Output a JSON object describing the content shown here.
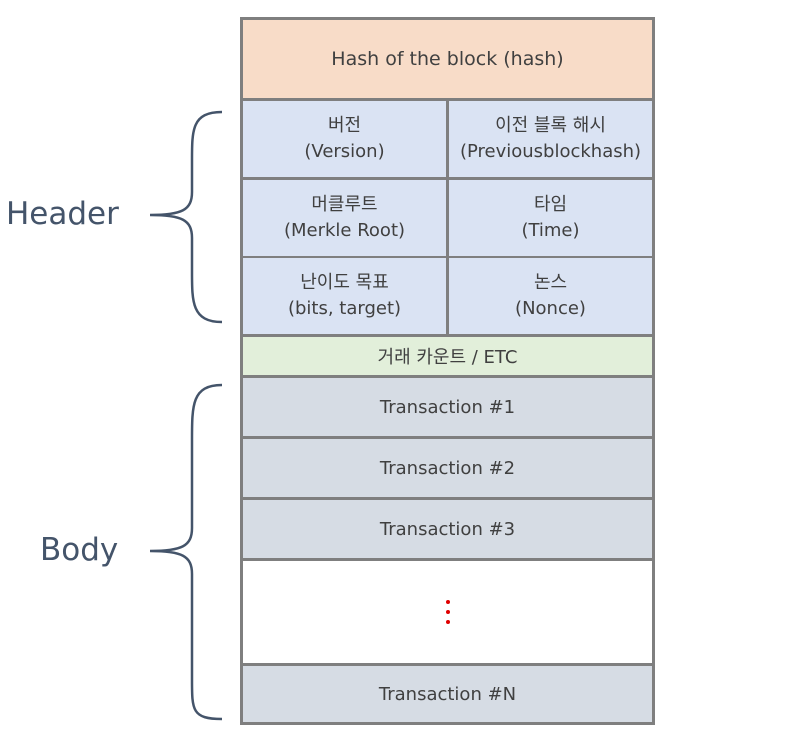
{
  "labels": {
    "header": "Header",
    "body": "Body"
  },
  "block": {
    "hash": "Hash of the block (hash)",
    "header_fields": [
      {
        "ko": "버전",
        "en": "(Version)"
      },
      {
        "ko": "이전 블록 해시",
        "en": "(Previousblockhash)"
      },
      {
        "ko": "머클루트",
        "en": "(Merkle Root)"
      },
      {
        "ko": "타임",
        "en": "(Time)"
      },
      {
        "ko": "난이도 목표",
        "en": "(bits, target)"
      },
      {
        "ko": "논스",
        "en": "(Nonce)"
      }
    ],
    "etc": "거래 카운트 / ETC",
    "transactions": [
      "Transaction #1",
      "Transaction #2",
      "Transaction #3",
      "Transaction #N"
    ]
  },
  "colors": {
    "hash_bg": "#f8dcc8",
    "header_bg": "#dae3f3",
    "etc_bg": "#e2efda",
    "tx_bg": "#d6dce4",
    "border": "#7f7f7f",
    "brace": "#44546a",
    "ellipsis": "#e00000"
  },
  "icons": {
    "ellipsis": "vertical-ellipsis-icon",
    "brace": "curly-brace-icon"
  }
}
